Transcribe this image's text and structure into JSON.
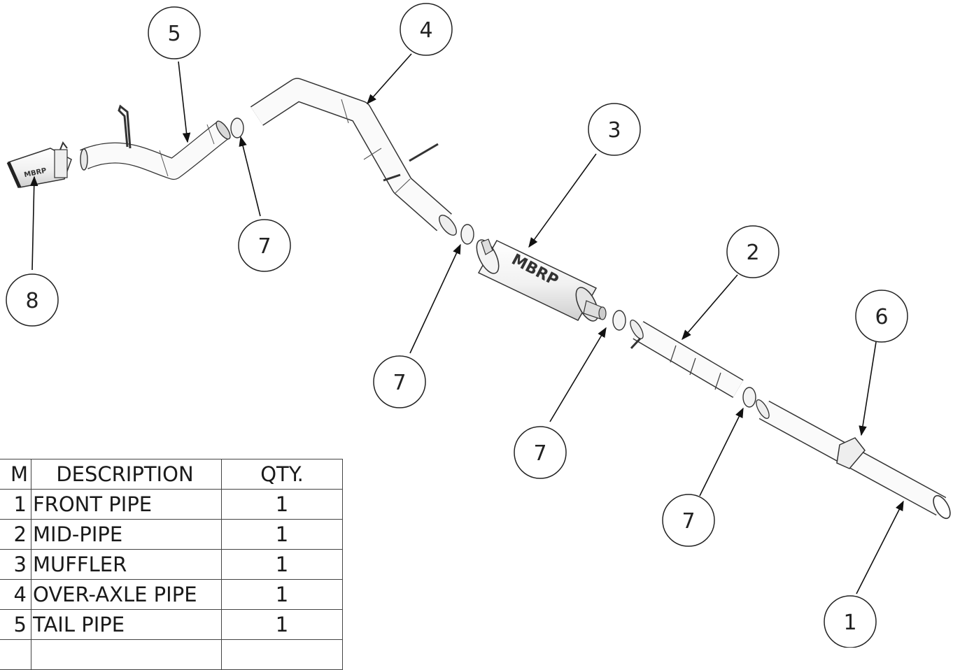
{
  "callouts": {
    "c5": "5",
    "c4": "4",
    "c3": "3",
    "c2": "2",
    "c6": "6",
    "c8": "8",
    "c7a": "7",
    "c7b": "7",
    "c7c": "7",
    "c7d": "7",
    "c1": "1"
  },
  "logos": {
    "tip": "MBRP",
    "muffler": "MBRP"
  },
  "bom": {
    "headers": {
      "item": "M",
      "description": "DESCRIPTION",
      "qty": "QTY."
    },
    "rows": [
      {
        "item": "1",
        "description": "FRONT PIPE",
        "qty": "1"
      },
      {
        "item": "2",
        "description": "MID-PIPE",
        "qty": "1"
      },
      {
        "item": "3",
        "description": "MUFFLER",
        "qty": "1"
      },
      {
        "item": "4",
        "description": "OVER-AXLE PIPE",
        "qty": "1"
      },
      {
        "item": "5",
        "description": "TAIL PIPE",
        "qty": "1"
      }
    ]
  }
}
